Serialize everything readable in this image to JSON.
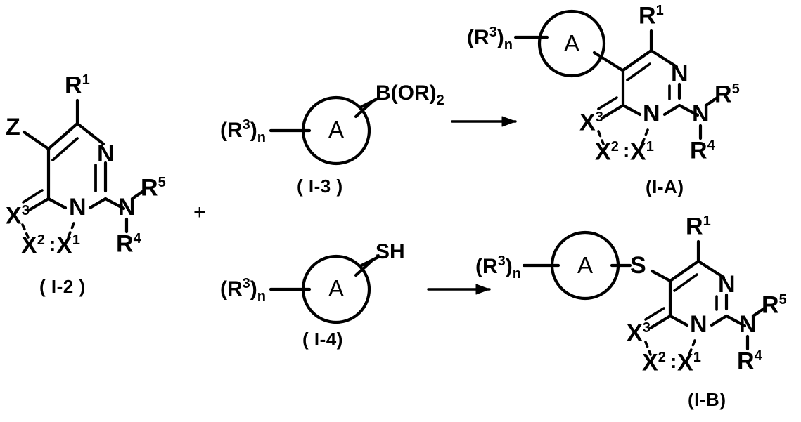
{
  "diagram": {
    "type": "chemical-reaction-scheme",
    "title": "Synthesis of pyrimidine derivatives (I-A) and (I-B) from intermediate (I-2)",
    "plus_sign": "+",
    "ring_label": "A"
  },
  "structures": {
    "reactant": {
      "id": "I-2",
      "caption": "( I-2 )",
      "atoms": {
        "r1": "R",
        "r1_sup": "1",
        "z": "Z",
        "n_ring": "N",
        "n_amine": "N",
        "r5": "R",
        "r5_sup": "5",
        "r4": "R",
        "r4_sup": "4",
        "x3": "X",
        "x3_sup": "3",
        "x2": "X",
        "x2_sup": "2",
        "x1": "X",
        "x1_sup": "1"
      }
    },
    "boronate": {
      "id": "I-3",
      "caption": "( I-3 )",
      "ring": "A",
      "substituent_prefix": "(R",
      "substituent_sup": "3",
      "substituent_suffix": ")",
      "substituent_sub": "n",
      "functional_group_pre": "B(OR)",
      "functional_group_sub": "2"
    },
    "thiol": {
      "id": "I-4",
      "caption": "( I-4)",
      "ring": "A",
      "substituent_prefix": "(R",
      "substituent_sup": "3",
      "substituent_suffix": ")",
      "substituent_sub": "n",
      "functional_group": "SH"
    },
    "product_a": {
      "id": "I-A",
      "caption": "(I-A)",
      "ring": "A",
      "substituent_prefix": "(R",
      "substituent_sup": "3",
      "substituent_suffix": ")",
      "substituent_sub": "n",
      "atoms": {
        "r1": "R",
        "r1_sup": "1",
        "n_ring": "N",
        "n_amine": "N",
        "r5": "R",
        "r5_sup": "5",
        "r4": "R",
        "r4_sup": "4",
        "x3": "X",
        "x3_sup": "3",
        "x2": "X",
        "x2_sup": "2",
        "x1": "X",
        "x1_sup": "1"
      }
    },
    "product_b": {
      "id": "I-B",
      "caption": "(I-B)",
      "ring": "A",
      "substituent_prefix": "(R",
      "substituent_sup": "3",
      "substituent_suffix": ")",
      "substituent_sub": "n",
      "linker": "S",
      "atoms": {
        "r1": "R",
        "r1_sup": "1",
        "n_ring": "N",
        "n_amine": "N",
        "r5": "R",
        "r5_sup": "5",
        "r4": "R",
        "r4_sup": "4",
        "x3": "X",
        "x3_sup": "3",
        "x2": "X",
        "x2_sup": "2",
        "x1": "X",
        "x1_sup": "1"
      }
    }
  },
  "arrows": {
    "top": {
      "name": "reaction-arrow-suzuki"
    },
    "bottom": {
      "name": "reaction-arrow-thioether"
    }
  },
  "colors": {
    "stroke": "#000000",
    "background": "#ffffff"
  }
}
